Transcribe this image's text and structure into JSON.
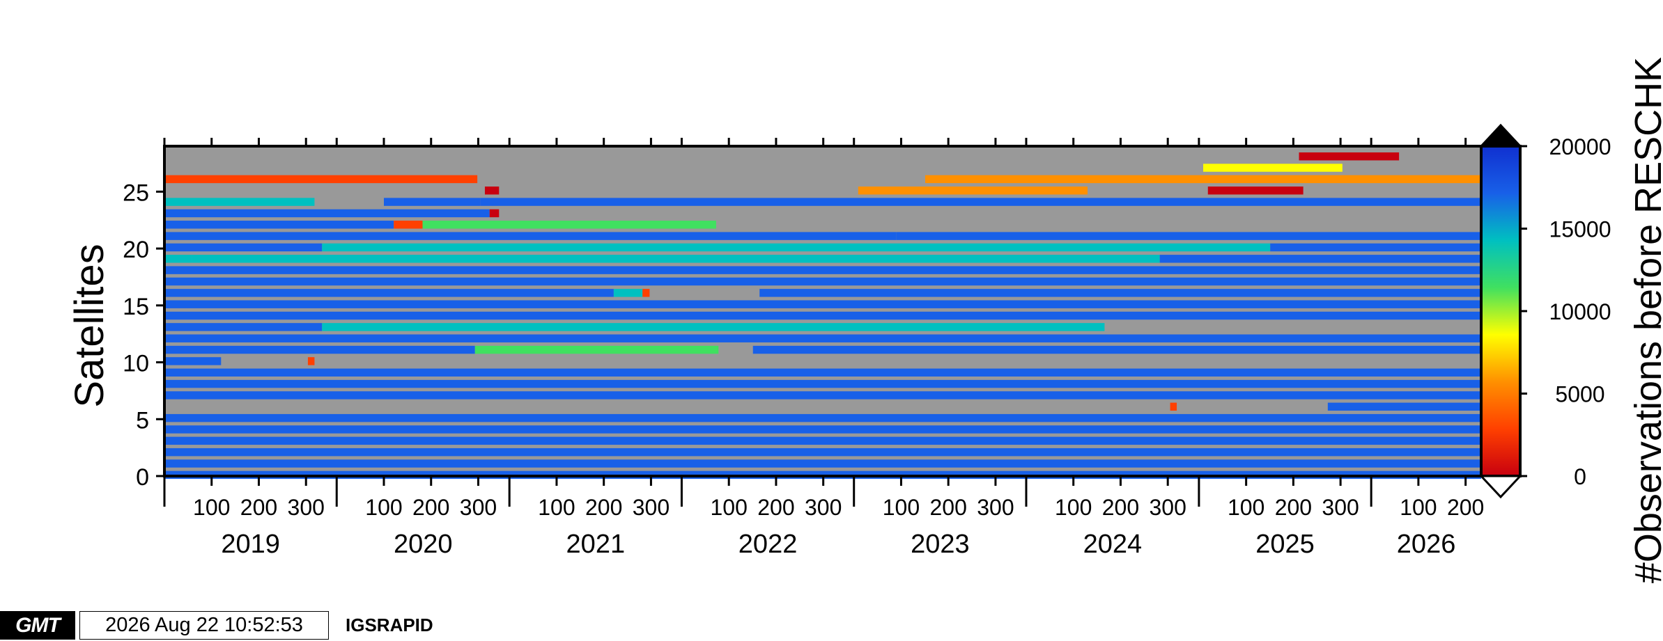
{
  "chart_data": {
    "type": "heatmap",
    "title": "",
    "ylabel": "Satellites",
    "colorbar_label": "#Observations before RESCHK",
    "ylim": [
      0,
      29
    ],
    "yticks": [
      "0",
      "5",
      "10",
      "15",
      "20",
      "25"
    ],
    "colorbar_ticks": [
      "0",
      "5000",
      "10000",
      "15000",
      "20000"
    ],
    "colorbar_range": [
      0,
      20000
    ],
    "colorbar_colors": [
      "#c8000f",
      "#ff4000",
      "#ff9000",
      "#ffff00",
      "#40e060",
      "#00c0c0",
      "#1860e8",
      "#1030d0"
    ],
    "missing_color": "#999999",
    "years": [
      "2019",
      "2020",
      "2021",
      "2022",
      "2023",
      "2024",
      "2025",
      "2026"
    ],
    "day_ticks": [
      "100",
      "200",
      "300"
    ],
    "last_year_day_ticks": [
      "100",
      "200"
    ],
    "satellites": [
      {
        "sat": 0,
        "segments": [
          {
            "from": "2019-01-01",
            "to": "2026-08-22",
            "value": 16000
          }
        ]
      },
      {
        "sat": 1,
        "segments": [
          {
            "from": "2019-01-01",
            "to": "2026-08-22",
            "value": 18500
          }
        ]
      },
      {
        "sat": 2,
        "segments": [
          {
            "from": "2019-01-01",
            "to": "2026-08-22",
            "value": 18500
          }
        ]
      },
      {
        "sat": 3,
        "segments": [
          {
            "from": "2019-01-01",
            "to": "2026-08-22",
            "value": 18500
          }
        ]
      },
      {
        "sat": 4,
        "segments": [
          {
            "from": "2019-01-01",
            "to": "2026-08-22",
            "value": 18500
          }
        ]
      },
      {
        "sat": 5,
        "segments": [
          {
            "from": "2019-01-01",
            "to": "2026-08-22",
            "value": 18500
          }
        ]
      },
      {
        "sat": 6,
        "segments": [
          {
            "from": "2024-11-01",
            "to": "2024-11-15",
            "value": 3000
          },
          {
            "from": "2025-10-01",
            "to": "2026-08-22",
            "value": 18500
          }
        ]
      },
      {
        "sat": 7,
        "segments": [
          {
            "from": "2019-01-01",
            "to": "2026-08-22",
            "value": 18500
          }
        ]
      },
      {
        "sat": 8,
        "segments": [
          {
            "from": "2019-01-01",
            "to": "2026-08-22",
            "value": 17000
          }
        ]
      },
      {
        "sat": 9,
        "segments": [
          {
            "from": "2019-01-01",
            "to": "2026-08-22",
            "value": 18500
          }
        ]
      },
      {
        "sat": 10,
        "segments": [
          {
            "from": "2019-01-01",
            "to": "2019-05-01",
            "value": 18500
          },
          {
            "from": "2019-11-01",
            "to": "2019-11-15",
            "value": 1500
          }
        ]
      },
      {
        "sat": 11,
        "segments": [
          {
            "from": "2019-01-01",
            "to": "2020-10-20",
            "value": 18500
          },
          {
            "from": "2020-10-20",
            "to": "2022-03-20",
            "value": 11000
          },
          {
            "from": "2022-06-01",
            "to": "2026-08-22",
            "value": 18500
          }
        ]
      },
      {
        "sat": 12,
        "segments": [
          {
            "from": "2019-01-01",
            "to": "2026-08-22",
            "value": 18500
          }
        ]
      },
      {
        "sat": 13,
        "segments": [
          {
            "from": "2019-01-01",
            "to": "2019-12-01",
            "value": 18500
          },
          {
            "from": "2019-12-01",
            "to": "2024-06-15",
            "value": 15500
          }
        ]
      },
      {
        "sat": 14,
        "segments": [
          {
            "from": "2019-01-01",
            "to": "2026-08-22",
            "value": 18500
          }
        ]
      },
      {
        "sat": 15,
        "segments": [
          {
            "from": "2019-01-01",
            "to": "2026-08-22",
            "value": 18500
          }
        ]
      },
      {
        "sat": 16,
        "segments": [
          {
            "from": "2019-01-01",
            "to": "2021-08-10",
            "value": 16500
          },
          {
            "from": "2021-08-10",
            "to": "2021-10-10",
            "value": 13500
          },
          {
            "from": "2021-10-10",
            "to": "2021-10-25",
            "value": 2000
          },
          {
            "from": "2022-06-15",
            "to": "2026-08-22",
            "value": 18500
          }
        ]
      },
      {
        "sat": 17,
        "segments": [
          {
            "from": "2019-01-01",
            "to": "2026-08-22",
            "value": 18500
          }
        ]
      },
      {
        "sat": 18,
        "segments": [
          {
            "from": "2019-01-01",
            "to": "2026-08-22",
            "value": 18500
          }
        ]
      },
      {
        "sat": 19,
        "segments": [
          {
            "from": "2019-01-01",
            "to": "2019-03-01",
            "value": 15500
          },
          {
            "from": "2019-03-01",
            "to": "2024-10-10",
            "value": 13500
          },
          {
            "from": "2024-10-10",
            "to": "2026-08-22",
            "value": 18500
          }
        ]
      },
      {
        "sat": 20,
        "segments": [
          {
            "from": "2019-01-01",
            "to": "2019-12-01",
            "value": 16500
          },
          {
            "from": "2019-12-01",
            "to": "2025-06-01",
            "value": 14500
          },
          {
            "from": "2025-06-01",
            "to": "2026-08-22",
            "value": 18500
          }
        ]
      },
      {
        "sat": 21,
        "segments": [
          {
            "from": "2019-01-01",
            "to": "2023-04-01",
            "value": 18500
          },
          {
            "from": "2023-04-01",
            "to": "2026-08-22",
            "value": 18500
          }
        ]
      },
      {
        "sat": 22,
        "segments": [
          {
            "from": "2019-01-01",
            "to": "2020-05-01",
            "value": 18500
          },
          {
            "from": "2020-05-01",
            "to": "2020-07-01",
            "value": 3000
          },
          {
            "from": "2020-07-01",
            "to": "2022-03-15",
            "value": 11500
          }
        ]
      },
      {
        "sat": 23,
        "segments": [
          {
            "from": "2019-01-01",
            "to": "2020-11-20",
            "value": 17000
          },
          {
            "from": "2020-11-20",
            "to": "2020-12-10",
            "value": 1000
          }
        ]
      },
      {
        "sat": 24,
        "segments": [
          {
            "from": "2019-01-01",
            "to": "2019-11-15",
            "value": 13000
          },
          {
            "from": "2020-04-10",
            "to": "2020-11-01",
            "value": 18500
          },
          {
            "from": "2020-11-01",
            "to": "2026-08-22",
            "value": 18500
          }
        ]
      },
      {
        "sat": 25,
        "segments": [
          {
            "from": "2020-11-10",
            "to": "2020-12-10",
            "value": 1000
          },
          {
            "from": "2023-01-10",
            "to": "2024-05-10",
            "value": 5500
          },
          {
            "from": "2025-01-20",
            "to": "2025-08-10",
            "value": 1000
          }
        ]
      },
      {
        "sat": 26,
        "segments": [
          {
            "from": "2019-01-01",
            "to": "2020-10-25",
            "value": 1500
          },
          {
            "from": "2023-06-01",
            "to": "2026-08-22",
            "value": 6000
          }
        ]
      },
      {
        "sat": 27,
        "segments": [
          {
            "from": "2025-01-10",
            "to": "2025-11-01",
            "value": 8000
          }
        ]
      },
      {
        "sat": 28,
        "segments": [
          {
            "from": "2025-08-01",
            "to": "2026-03-01",
            "value": 1000
          }
        ]
      }
    ]
  },
  "footer": {
    "logo_text": "GMT",
    "timestamp": "2026 Aug 22 10:52:53",
    "label": "IGSRAPID"
  }
}
